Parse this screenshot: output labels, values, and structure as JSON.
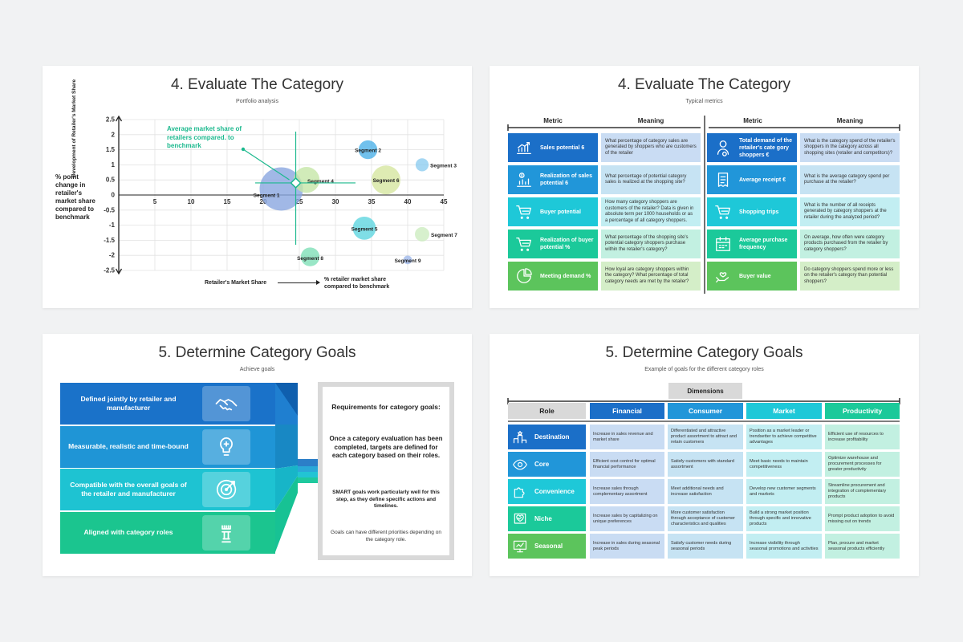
{
  "colors": {
    "blue_dark": "#1b6fc8",
    "blue": "#2196d9",
    "cyan": "#1ec8d8",
    "teal": "#1bc99a",
    "green": "#5cc45c",
    "green_text": "#1cb98e"
  },
  "slide1": {
    "title": "4. Evaluate The Category",
    "subtitle": "Portfolio analysis",
    "left_label": "% point change in retailer's market share compared to benchmark",
    "y_axis_title": "Development of Retailer's Market Share",
    "x_axis_left": "Retailer's Market Share",
    "x_axis_right": "% retailer market share compared to benchmark",
    "annotation": "Average market share of retailers compared. to benchmark"
  },
  "chart_data": {
    "type": "scatter",
    "title": "",
    "xlabel": "Retailer's Market Share",
    "ylabel": "Development of Retailer's Market Share",
    "xlim": [
      0,
      45
    ],
    "ylim": [
      -2.5,
      2.5
    ],
    "x_ticks": [
      5,
      10,
      15,
      20,
      25,
      30,
      35,
      40,
      45
    ],
    "y_ticks": [
      2.5,
      2,
      1.5,
      1,
      0.5,
      0,
      -0.5,
      -1,
      -1.5,
      -2,
      -2.5
    ],
    "x_tick_labels": [
      "5",
      "10",
      "15",
      "20",
      "25",
      "30",
      "35",
      "40",
      "45"
    ],
    "y_tick_labels": [
      "2.5",
      "2",
      "1.5",
      "1",
      "0.5",
      "0",
      "-0.5",
      "-1",
      "-1.5",
      "-2",
      "-2.5"
    ],
    "grid": true,
    "benchmark": {
      "x": 24.5,
      "y": 0.4
    },
    "points": [
      {
        "label": "Segment 1",
        "x": 22.5,
        "y": 0.2,
        "r": 3.0,
        "color": "#8aa6e0"
      },
      {
        "label": "Segment 2",
        "x": 34.5,
        "y": 1.5,
        "r": 1.3,
        "color": "#4db2e8"
      },
      {
        "label": "Segment 3",
        "x": 42,
        "y": 1.0,
        "r": 0.9,
        "color": "#8ecdf0"
      },
      {
        "label": "Segment 4",
        "x": 26,
        "y": 0.5,
        "r": 1.8,
        "color": "#c6e6a8"
      },
      {
        "label": "Segment 5",
        "x": 34,
        "y": -1.1,
        "r": 1.6,
        "color": "#5fd6e0"
      },
      {
        "label": "Segment 6",
        "x": 37,
        "y": 0.5,
        "r": 2.0,
        "color": "#d6e6a0"
      },
      {
        "label": "Segment 7",
        "x": 42,
        "y": -1.3,
        "r": 1.0,
        "color": "#cdecc0"
      },
      {
        "label": "Segment 8",
        "x": 26.5,
        "y": -2.05,
        "r": 1.3,
        "color": "#7fe0b8"
      },
      {
        "label": "Segment 9",
        "x": 40,
        "y": -2.15,
        "r": 0.6,
        "color": "#9fb8ea"
      }
    ]
  },
  "slide2": {
    "title": "4. Evaluate The Category",
    "subtitle": "Typical metrics",
    "head_metric": "Metric",
    "head_meaning": "Meaning",
    "left": [
      {
        "metric": "Sales potential 6",
        "meaning": "What percentage of category sales are generated by shoppers who are customers of the retailer",
        "icon": "growth-chart-icon"
      },
      {
        "metric": "Realization of sales potential 6",
        "meaning": "What percentage of potential category sales is realized at the shopping site?",
        "icon": "dollar-chart-icon"
      },
      {
        "metric": "Buyer potential",
        "meaning": "How many category shoppers are customers of the retailer? Data is given in absolute term per 1000 households or as a percentage of all category shoppers.",
        "icon": "shopping-cart-icon"
      },
      {
        "metric": "Realization of buyer potential %",
        "meaning": "What percentage of the shopping site's potential category shoppers purchase within the retailer's category?",
        "icon": "cart-chart-icon"
      },
      {
        "metric": "Meeting demand %",
        "meaning": "How loyal are category shoppers within the category? What percentage of total category needs are met by the retailer?",
        "icon": "pie-chart-icon"
      }
    ],
    "right": [
      {
        "metric": "Total demand of the retailer's cate gory shoppers €",
        "meaning": "What is the category spend of the retailer's shoppers in the category across all shopping sites (retailer and competitors)?",
        "icon": "shopper-euro-icon"
      },
      {
        "metric": "Average receipt €",
        "meaning": "What is the average category spend per purchase at the retailer?",
        "icon": "receipt-icon"
      },
      {
        "metric": "Shopping trips",
        "meaning": "What is the number of all receipts generated by category shoppers at the retailer during the analyzed period?",
        "icon": "shopping-cart-icon"
      },
      {
        "metric": "Average purchase frequency",
        "meaning": "On average, how often were category products purchased from the retailer by category shoppers?",
        "icon": "calendar-icon"
      },
      {
        "metric": "Buyer value",
        "meaning": "Do category shoppers spend more or less on the retailer's category than potential shoppers?",
        "icon": "hand-heart-icon"
      }
    ]
  },
  "slide3": {
    "title": "5. Determine Category Goals",
    "subtitle": "Achieve goals",
    "goals": [
      {
        "label": "Defined jointly by retailer and manufacturer",
        "icon": "handshake-icon"
      },
      {
        "label": "Measurable, realistic and time-bound",
        "icon": "lightbulb-icon"
      },
      {
        "label": "Compatible with the overall goals of the retailer and manufacturer",
        "icon": "target-icon"
      },
      {
        "label": "Aligned with category roles",
        "icon": "chess-icon"
      }
    ],
    "req_title": "Requirements for category goals:",
    "req_main": "Once a category evaluation has been completed, targets are defined for each category based on their roles.",
    "req_smart": "SMART goals work particularly well for this step, as they define specific actions and timelines.",
    "req_note": "Goals can have different priorities depending on the category role."
  },
  "slide4": {
    "title": "5. Determine Category Goals",
    "subtitle": "Example of goals for the different category roles",
    "dimensions": "Dimensions",
    "headers": [
      "Role",
      "Financial",
      "Consumer",
      "Market",
      "Productivity"
    ],
    "rows": [
      {
        "role": "Destination",
        "icon": "podium-icon",
        "cells": [
          "Increase in sales revenue and market share",
          "Differentiated and attractive product assortment to attract and retain customers",
          "Position as a market leader or trendsetter to achieve competitive advantages",
          "Efficient use of resources to increase profitability"
        ]
      },
      {
        "role": "Core",
        "icon": "eye-icon",
        "cells": [
          "Efficient cost control for optimal financial performance",
          "Satisfy customers with standard assortment",
          "Meet basic needs to maintain competitiveness",
          "Optimize warehouse and procurement processes for greater productivity"
        ]
      },
      {
        "role": "Convenience",
        "icon": "puzzle-icon",
        "cells": [
          "Increase sales through complementary assortment",
          "Meet additional needs and increase satisfaction",
          "Develop new customer segments and markets",
          "Streamline procurement and integration of complementary products"
        ]
      },
      {
        "role": "Niche",
        "icon": "heart-check-icon",
        "cells": [
          "Increase sales by capitalizing on unique preferences",
          "More customer satisfaction through acceptance of customer characteristics and qualities",
          "Build a strong market position through specific and innovative products",
          "Prompt product adoption to avoid missing out on trends"
        ]
      },
      {
        "role": "Seasonal",
        "icon": "season-icon",
        "cells": [
          "Increase in sales during seasonal peak periods",
          "Satisfy customer needs during seasonal periods",
          "Increase visibility through seasonal promotions and activities",
          "Plan, procure and market seasonal products efficiently"
        ]
      }
    ]
  }
}
